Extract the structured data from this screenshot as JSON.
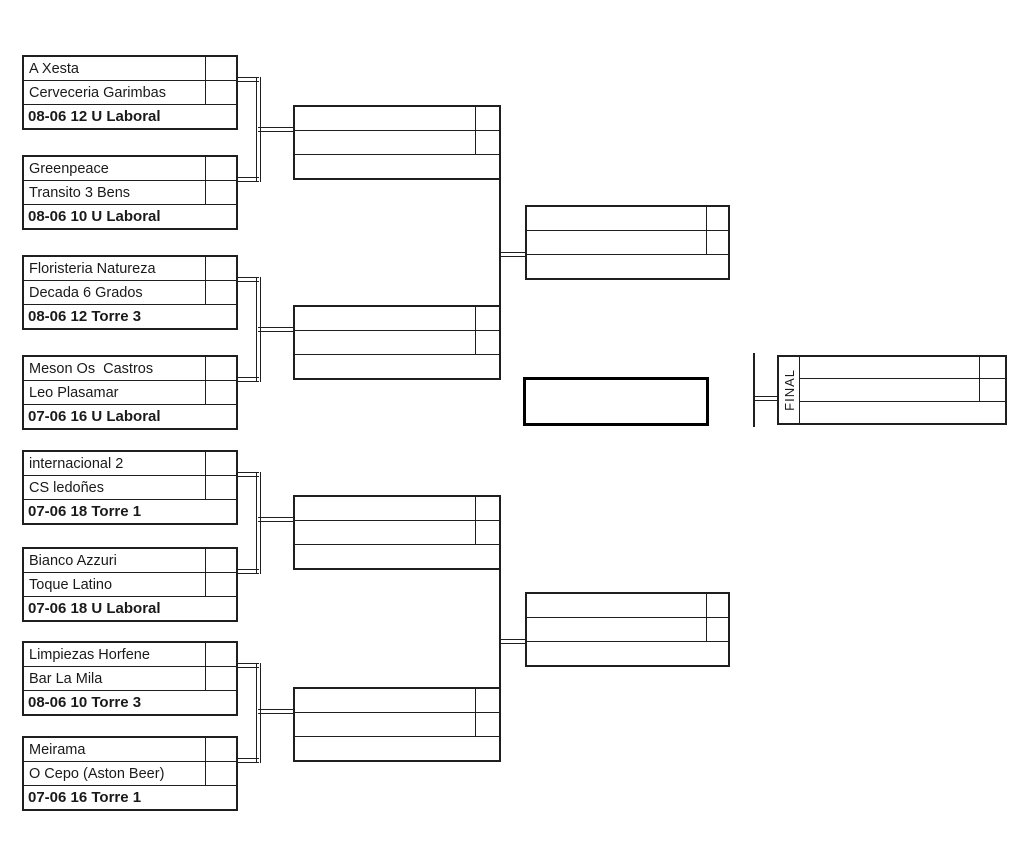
{
  "bracket": {
    "final_label": "FINAL",
    "round1": [
      {
        "team1": "A Xesta",
        "team2": "Cerveceria Garimbas",
        "schedule": "08-06 12 U Laboral"
      },
      {
        "team1": "Greenpeace",
        "team2": "Transito 3 Bens",
        "schedule": "08-06 10 U Laboral"
      },
      {
        "team1": "Floristeria Natureza",
        "team2": "Decada 6 Grados",
        "schedule": "08-06 12 Torre 3"
      },
      {
        "team1": "Meson Os  Castros",
        "team2": "Leo Plasamar",
        "schedule": "07-06 16 U Laboral"
      },
      {
        "team1": "internacional 2",
        "team2": "CS ledoñes",
        "schedule": "07-06 18 Torre 1"
      },
      {
        "team1": "Bianco Azzuri",
        "team2": "Toque Latino",
        "schedule": "07-06 18 U Laboral"
      },
      {
        "team1": "Limpiezas Horfene",
        "team2": "Bar La Mila",
        "schedule": "08-06 10 Torre 3"
      },
      {
        "team1": "Meirama",
        "team2": "O Cepo (Aston Beer)",
        "schedule": "07-06 16 Torre 1"
      }
    ]
  },
  "colors": {
    "line": "#1f1f1f",
    "background": "#ffffff",
    "winner_box_border": "#000000"
  }
}
